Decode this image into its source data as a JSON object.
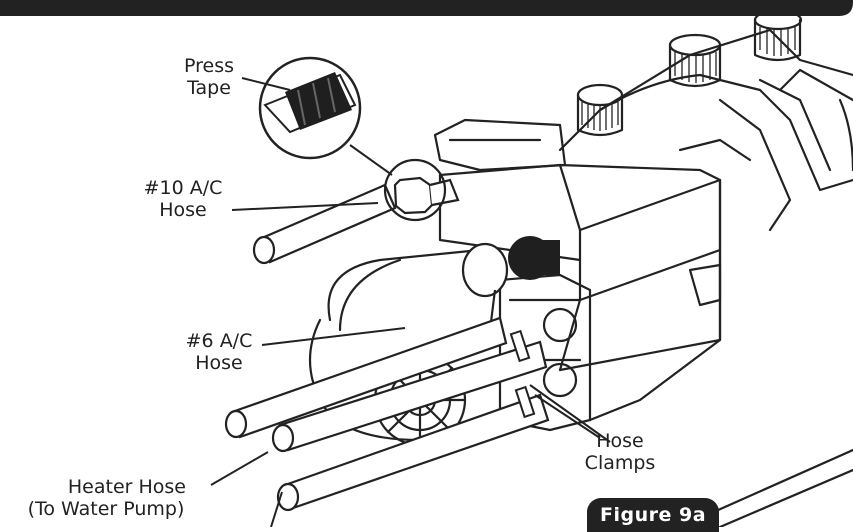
{
  "labels": {
    "press_tape": [
      "Press",
      "Tape"
    ],
    "ac10_hose": [
      "#10 A/C",
      "Hose"
    ],
    "ac6_hose": [
      "#6 A/C",
      "Hose"
    ],
    "heater_hose": [
      "Heater Hose",
      "(To Water Pump)"
    ],
    "hose_clamps": [
      "Hose",
      "Clamps"
    ]
  },
  "figure_tab": "Figure 9a",
  "colors": {
    "ink": "#222222",
    "tab_bg": "#222222",
    "tab_text": "#ffffff",
    "paper": "#ffffff"
  }
}
